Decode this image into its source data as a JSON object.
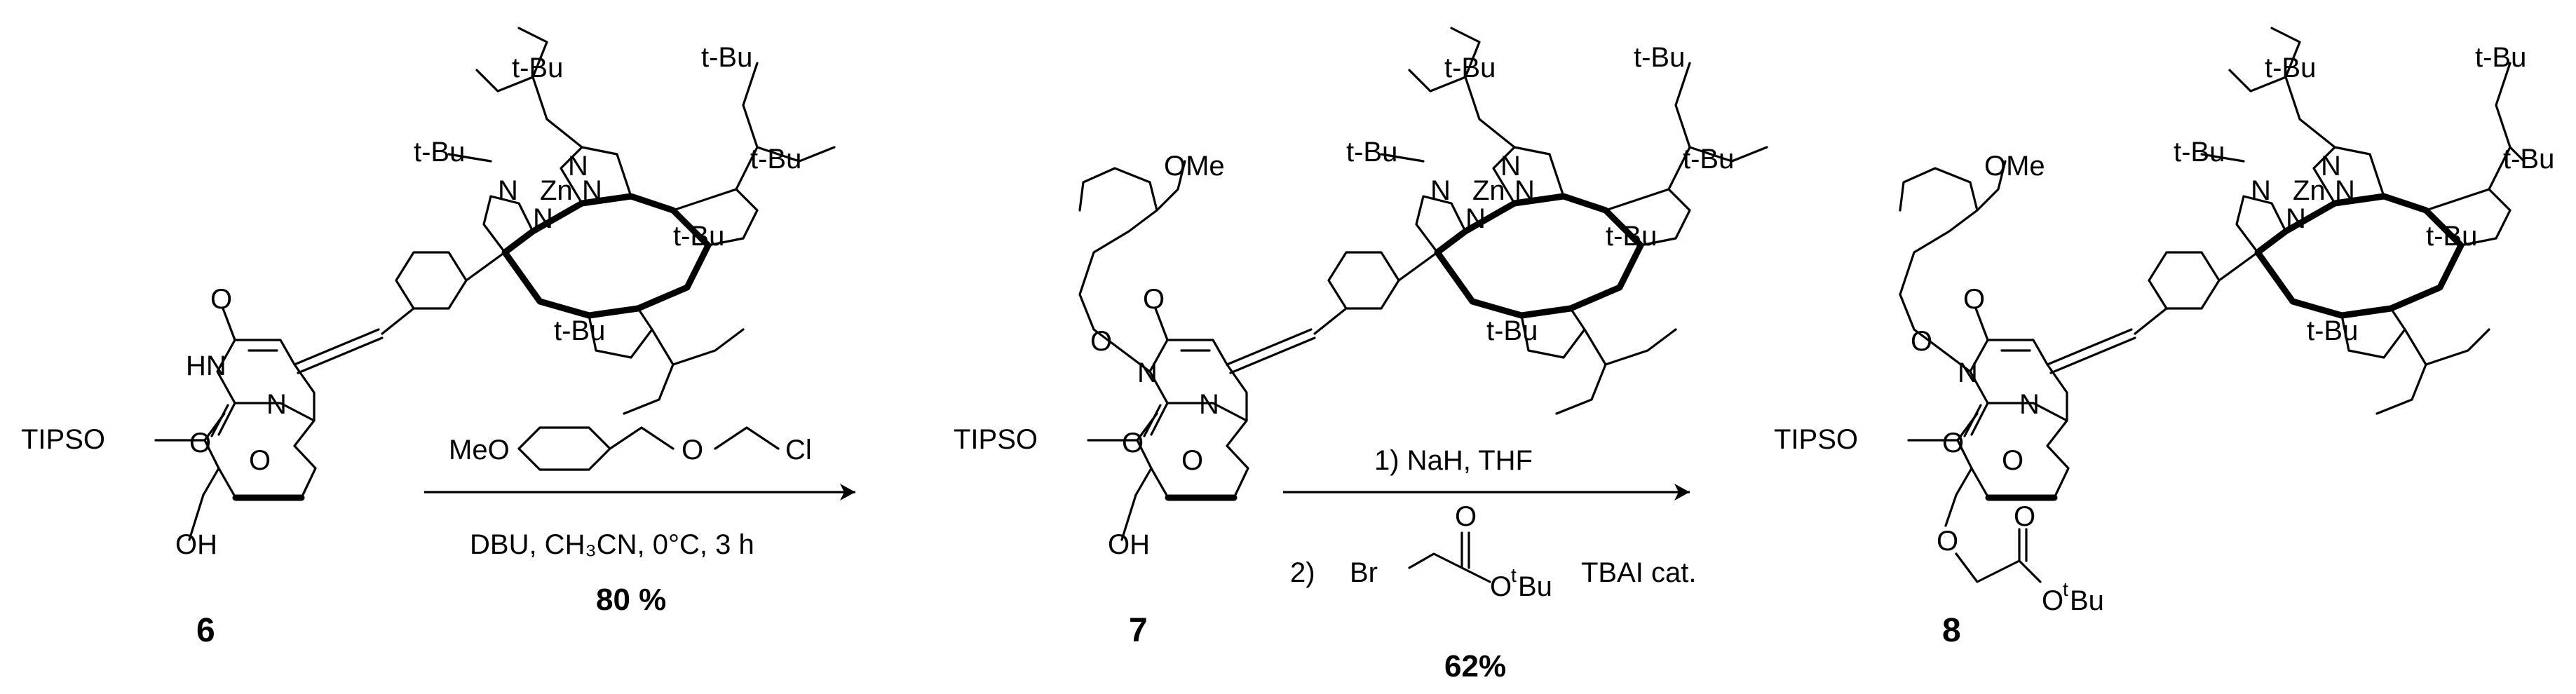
{
  "compounds": [
    {
      "number": "6",
      "labels": {
        "tips": "TIPSO",
        "ring_o": "O",
        "oh": "OH",
        "c4o": "O",
        "c2o": "O",
        "hn": "HN",
        "n1": "N",
        "tbu": "t-Bu",
        "zn": "Zn",
        "n": "N"
      }
    },
    {
      "number": "7",
      "labels": {
        "tips": "TIPSO",
        "ring_o": "O",
        "oh": "OH",
        "c4o": "O",
        "c2o": "O",
        "n3": "N",
        "n1": "N",
        "ome": "OMe",
        "ch2o": "O",
        "tbu": "t-Bu",
        "zn": "Zn",
        "n": "N"
      }
    },
    {
      "number": "8",
      "labels": {
        "tips": "TIPSO",
        "ring_o": "O",
        "o3": "O",
        "carbonyl_o": "O",
        "ester_o": "O",
        "ester_t": "t",
        "ester_bu": "Bu",
        "c4o": "O",
        "c2o": "O",
        "n3": "N",
        "n1": "N",
        "ome": "OMe",
        "ch2o": "O",
        "tbu": "t-Bu",
        "zn": "Zn",
        "n": "N"
      }
    }
  ],
  "reactions": [
    {
      "reagent": {
        "meo": "MeO",
        "o": "O",
        "cl": "Cl"
      },
      "conditions": "DBU, CH₃CN, 0°C, 3 h",
      "yield": "80 %"
    },
    {
      "step1": "1) NaH, THF",
      "step2_prefix": "2)",
      "step2_br": "Br",
      "step2_o": "O",
      "step2_ot": "O",
      "step2_t": "t",
      "step2_bu": "Bu",
      "step2_suffix": "TBAI cat.",
      "yield": "62%"
    }
  ]
}
